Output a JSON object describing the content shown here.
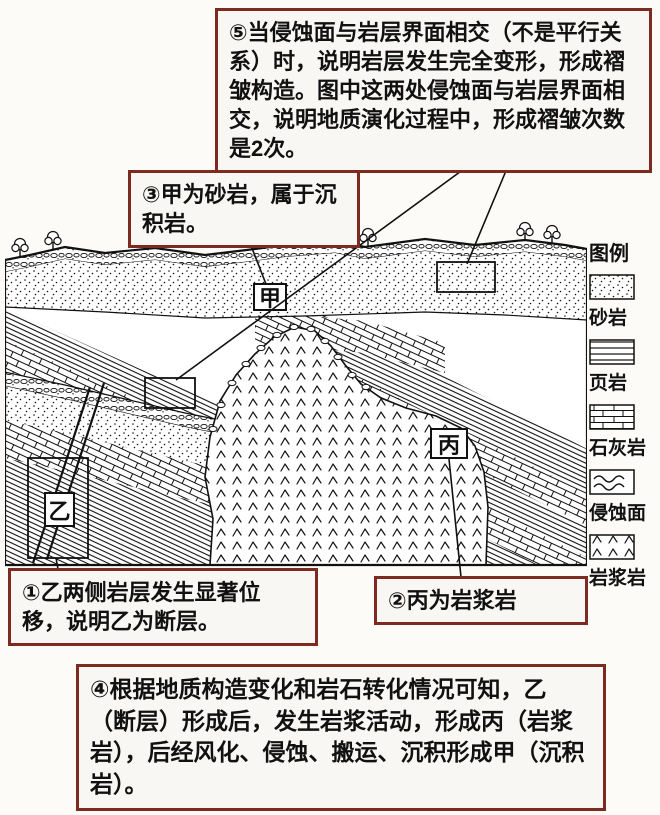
{
  "colors": {
    "box_border": "#7d2b21",
    "ink": "#111111",
    "background": "#fcfbf8"
  },
  "annotations": {
    "note5": "⑤当侵蚀面与岩层界面相交（不是平行关系）时，说明岩层发生完全变形，形成褶皱构造。图中这两处侵蚀面与岩层界面相交，说明地质演化过程中，形成褶皱次数是2次。",
    "note3": "③甲为砂岩，属于沉积岩。",
    "note1": "①乙两侧岩层发生显著位移，说明乙为断层。",
    "note2": "②丙为岩浆岩",
    "note4": "④根据地质构造变化和岩石转化情况可知，乙（断层）形成后，发生岩浆活动，形成丙（岩浆岩），后经风化、侵蚀、搬运、沉积形成甲（沉积岩）。"
  },
  "diagram": {
    "labels": {
      "jia": "甲",
      "yi": "乙",
      "bing": "丙"
    }
  },
  "legend": {
    "title": "图例",
    "items": [
      {
        "name": "sandstone",
        "label": "砂岩"
      },
      {
        "name": "shale",
        "label": "页岩"
      },
      {
        "name": "limestone",
        "label": "石灰岩"
      },
      {
        "name": "erosion-surface",
        "label": "侵蚀面"
      },
      {
        "name": "magmatic-rock",
        "label": "岩浆岩"
      }
    ]
  }
}
